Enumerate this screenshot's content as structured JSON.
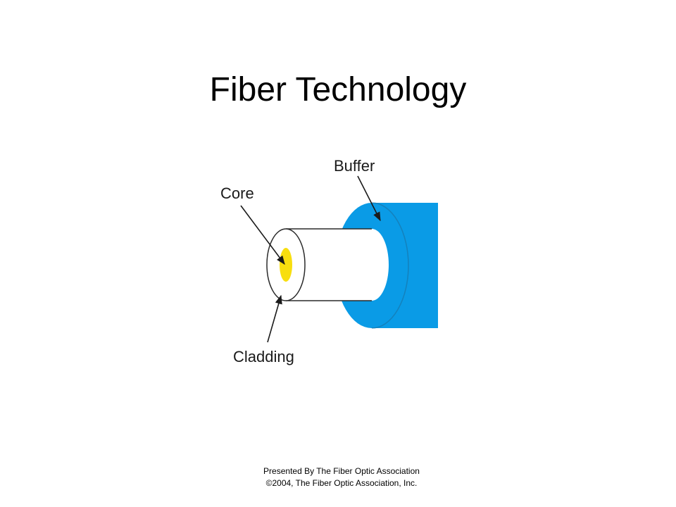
{
  "slide": {
    "title": "Fiber Technology"
  },
  "diagram": {
    "labels": {
      "buffer": "Buffer",
      "core": "Core",
      "cladding": "Cladding"
    },
    "colors": {
      "buffer": "#0a9be6",
      "core": "#f8de0f",
      "cladding": "#ffffff",
      "outline": "#2a2a2a"
    }
  },
  "footer": {
    "line1": "Presented By The Fiber Optic Association",
    "line2": "©2004, The Fiber Optic Association, Inc."
  }
}
